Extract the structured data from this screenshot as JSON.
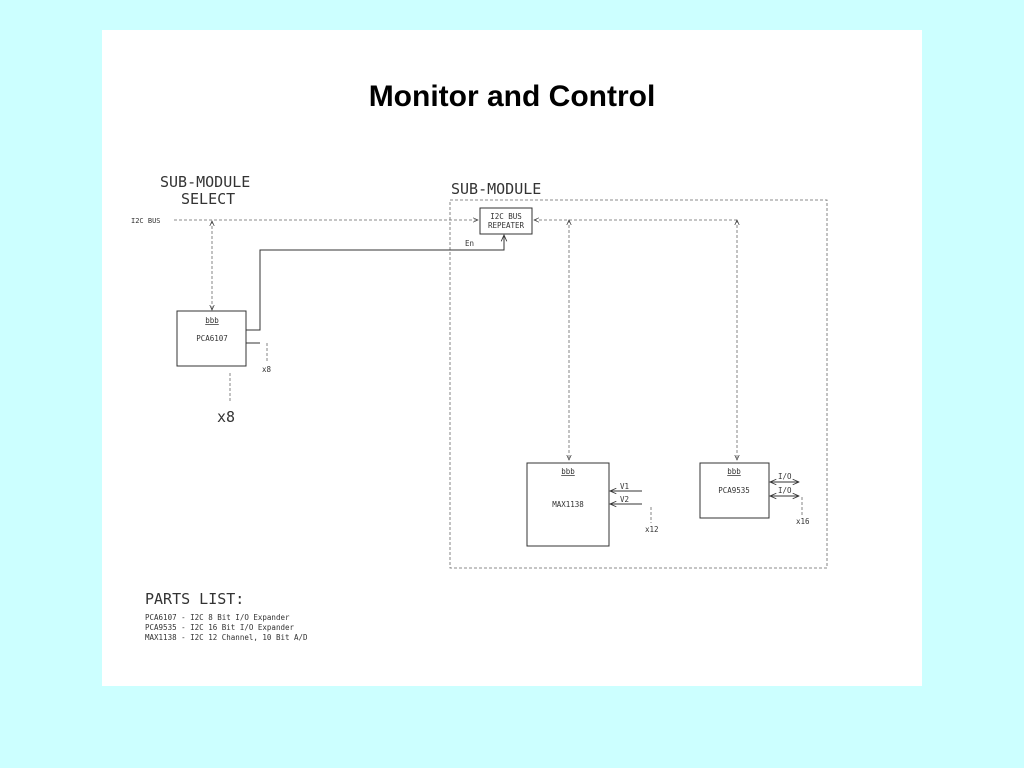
{
  "title": "Monitor and Control",
  "labels": {
    "submodule_select_line1": "SUB-MODULE",
    "submodule_select_line2": "SELECT",
    "submodule": "SUB-MODULE",
    "i2c_bus": "I2C BUS",
    "repeater_line1": "I2C BUS",
    "repeater_line2": "REPEATER",
    "enable": "En",
    "pca6107_addr": "bbb",
    "pca6107_name": "PCA6107",
    "pca6107_outputs": "x8",
    "submodule_count": "x8",
    "max1138_addr": "bbb",
    "max1138_name": "MAX1138",
    "v1": "V1",
    "v2": "V2",
    "max1138_inputs": "x12",
    "pca9535_addr": "bbb",
    "pca9535_name": "PCA9535",
    "io1": "I/O",
    "io2": "I/O",
    "pca9535_ios": "x16"
  },
  "parts_list": {
    "heading": "PARTS LIST:",
    "items": [
      "PCA6107 - I2C 8 Bit I/O Expander",
      "PCA9535 - I2C 16 Bit I/O Expander",
      "MAX1138 - I2C 12 Channel, 10 Bit A/D"
    ]
  }
}
